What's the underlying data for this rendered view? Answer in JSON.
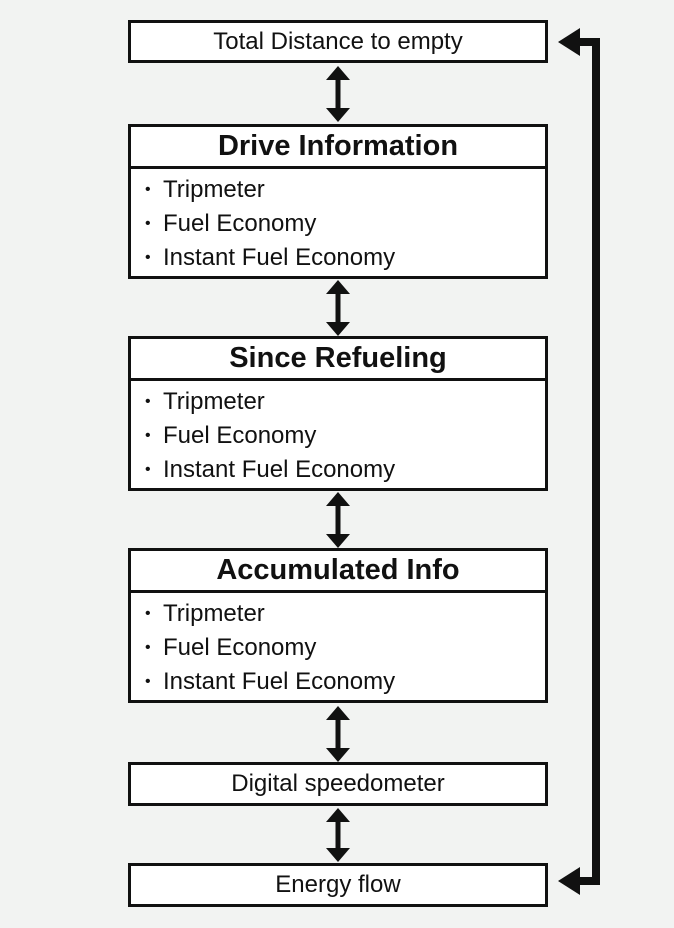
{
  "nodes": {
    "total_distance": "Total Distance to empty",
    "drive_information": {
      "title": "Drive Information",
      "items": [
        "Tripmeter",
        "Fuel Economy",
        "Instant Fuel Economy"
      ]
    },
    "since_refueling": {
      "title": "Since Refueling",
      "items": [
        "Tripmeter",
        "Fuel Economy",
        "Instant Fuel Economy"
      ]
    },
    "accumulated_info": {
      "title": "Accumulated Info",
      "items": [
        "Tripmeter",
        "Fuel Economy",
        "Instant Fuel Economy"
      ]
    },
    "digital_speedometer": "Digital speedometer",
    "energy_flow": "Energy flow"
  },
  "bullet": "•",
  "colors": {
    "background": "#f2f3f2",
    "stroke": "#111111",
    "box_fill": "#ffffff"
  }
}
